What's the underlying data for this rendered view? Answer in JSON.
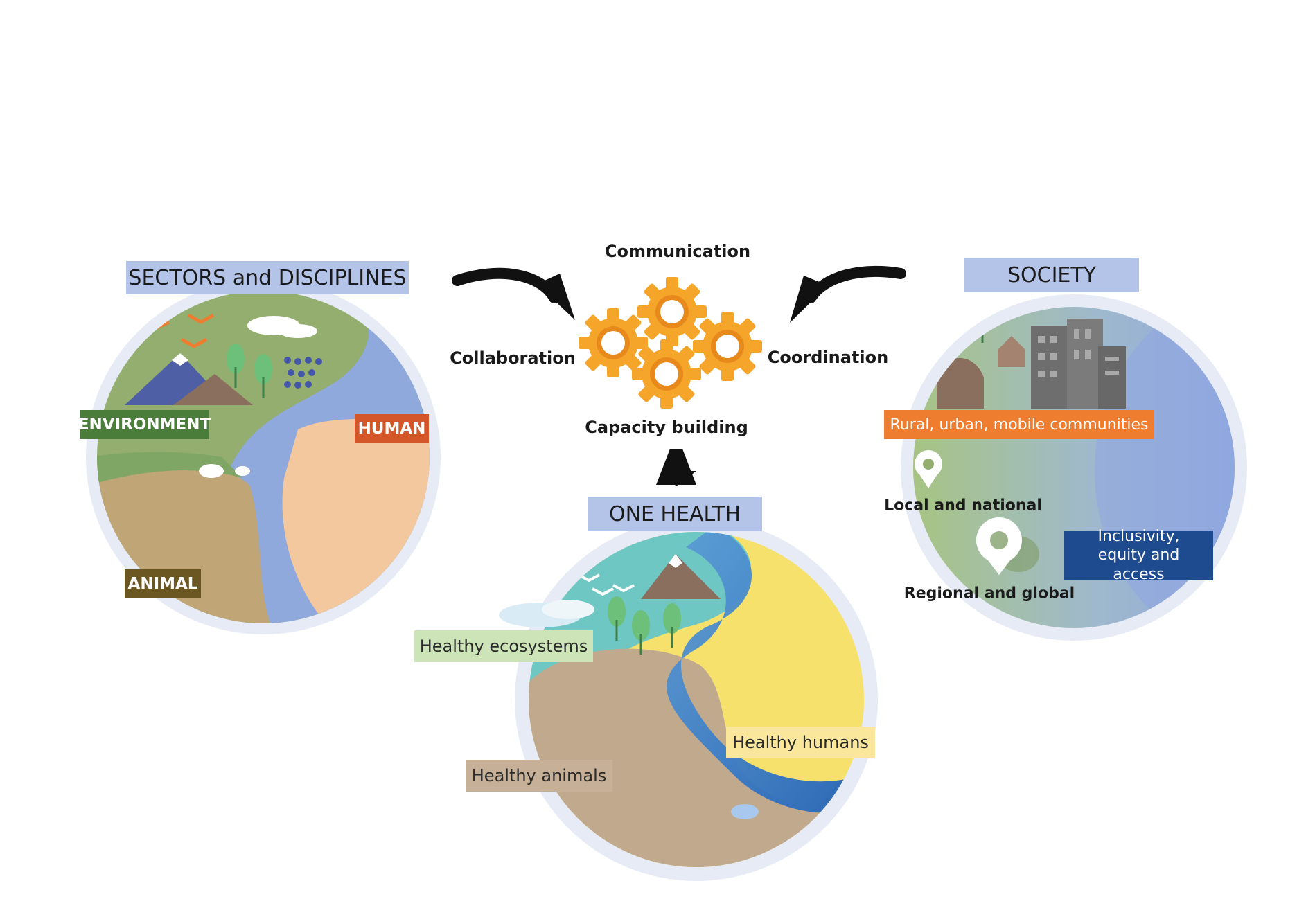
{
  "sectors": {
    "title": "SECTORS and DISCIPLINES",
    "environment": "ENVIRONMENT",
    "human": "HUMAN",
    "animal": "ANIMAL"
  },
  "society": {
    "title": "SOCIETY",
    "communities": "Rural, urban, mobile communities",
    "local": "Local and national",
    "regional": "Regional and global",
    "inclusivity": "Inclusivity, equity and access"
  },
  "process": {
    "communication": "Communication",
    "collaboration": "Collaboration",
    "coordination": "Coordination",
    "capacity": "Capacity building"
  },
  "one_health": {
    "title": "ONE HEALTH",
    "ecosystems": "Healthy ecosystems",
    "humans": "Healthy humans",
    "animals": "Healthy animals"
  },
  "colors": {
    "environment": "#4a7c3a",
    "human": "#d4572a",
    "animal": "#6b5722",
    "communities": "#ef7d2f",
    "inclusivity": "#1e4b8f",
    "gear": "#f4a52a",
    "title_bg": "#b4c3e8"
  }
}
